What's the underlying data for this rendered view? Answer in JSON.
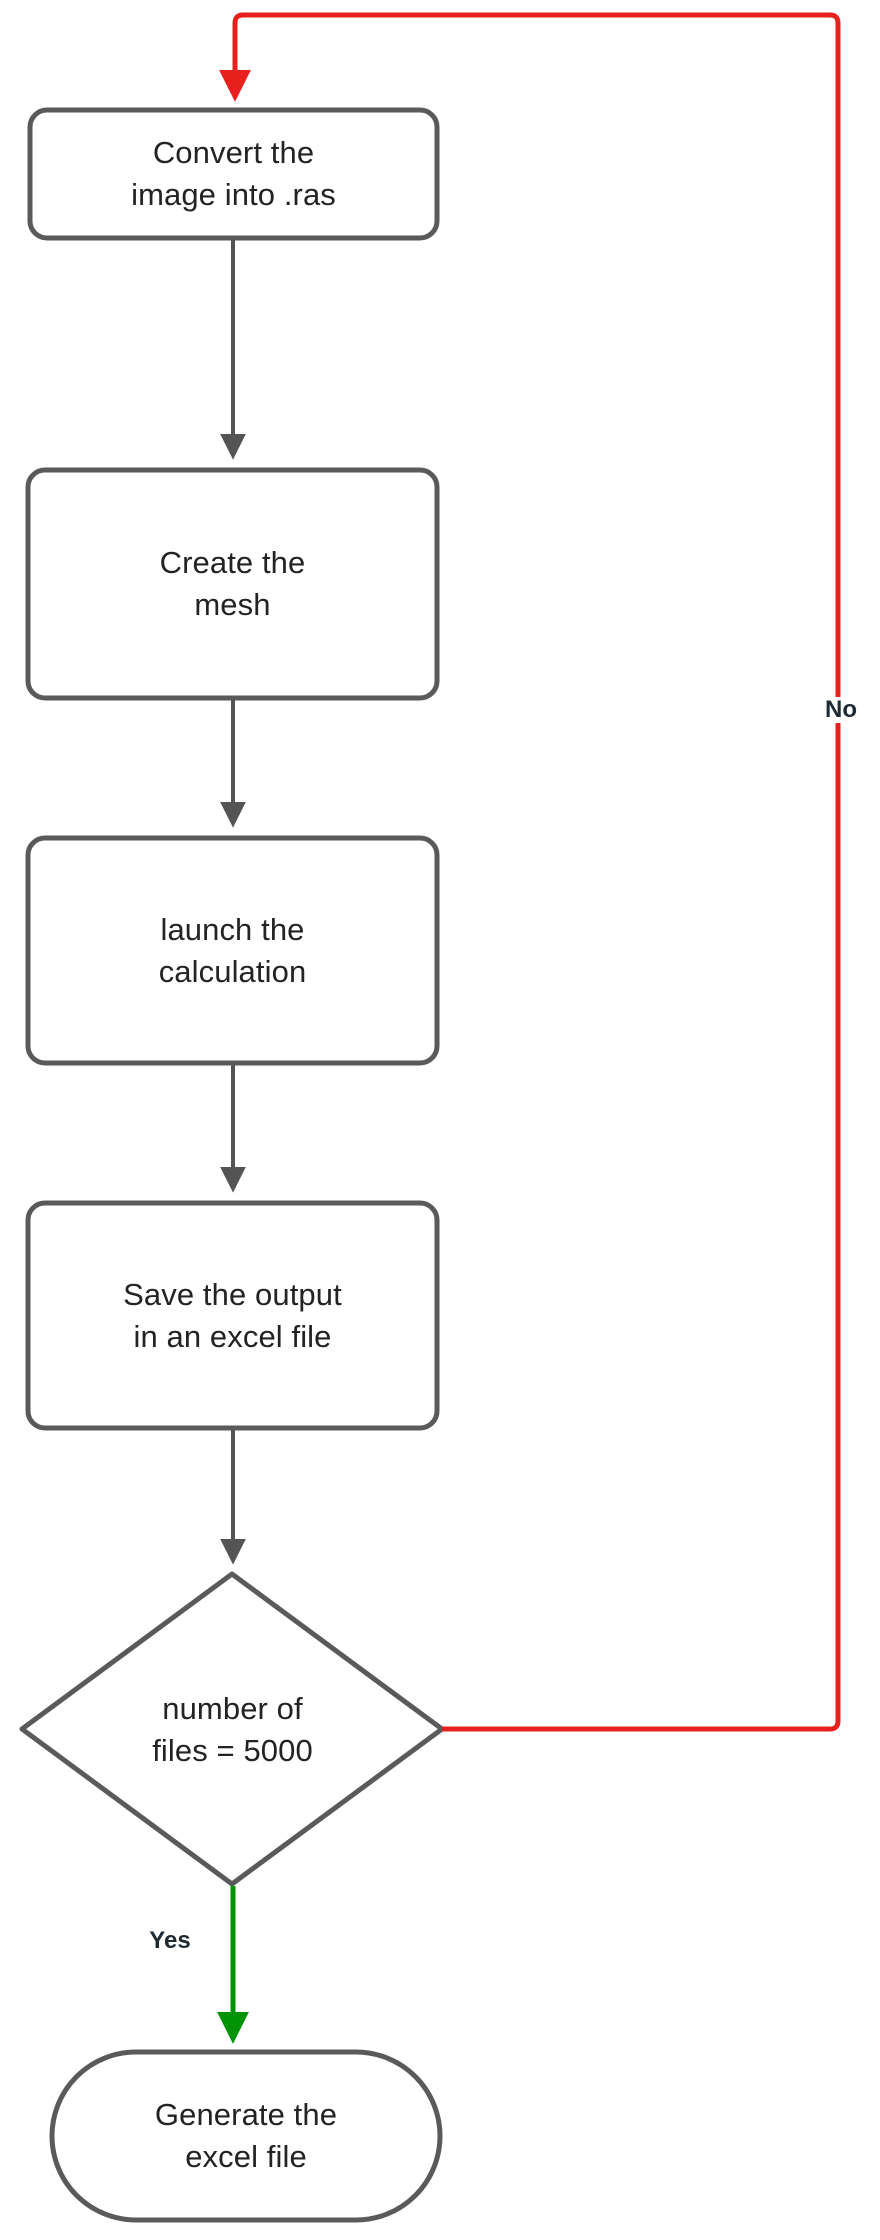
{
  "diagram": {
    "type": "flowchart",
    "orientation": "top-to-bottom",
    "background_color": "#ffffff",
    "node_stroke_color": "#5a5a5a",
    "node_fill_color": "#ffffff",
    "default_edge_color": "#545454",
    "no_edge_color": "#e8201e",
    "yes_edge_color": "#009404",
    "text_color": "#232323",
    "nodes": [
      {
        "id": "convert",
        "shape": "rounded-rectangle",
        "label": "Convert the\nimage into .ras"
      },
      {
        "id": "mesh",
        "shape": "rounded-rectangle",
        "label": "Create the\nmesh"
      },
      {
        "id": "launch",
        "shape": "rounded-rectangle",
        "label": "launch the\ncalculation"
      },
      {
        "id": "save",
        "shape": "rounded-rectangle",
        "label": "Save the output\nin an excel file"
      },
      {
        "id": "decision",
        "shape": "diamond",
        "label": "number of\nfiles = 5000"
      },
      {
        "id": "generate",
        "shape": "stadium",
        "label": "Generate the\nexcel file"
      }
    ],
    "edges": [
      {
        "id": "e1",
        "from": "convert",
        "to": "mesh",
        "label": "",
        "color": "#545454"
      },
      {
        "id": "e2",
        "from": "mesh",
        "to": "launch",
        "label": "",
        "color": "#545454"
      },
      {
        "id": "e3",
        "from": "launch",
        "to": "save",
        "label": "",
        "color": "#545454"
      },
      {
        "id": "e4",
        "from": "save",
        "to": "decision",
        "label": "",
        "color": "#545454"
      },
      {
        "id": "e5",
        "from": "decision",
        "to": "generate",
        "label": "Yes",
        "color": "#009404"
      },
      {
        "id": "e6",
        "from": "decision",
        "to": "convert",
        "label": "No",
        "color": "#e8201e"
      }
    ]
  }
}
